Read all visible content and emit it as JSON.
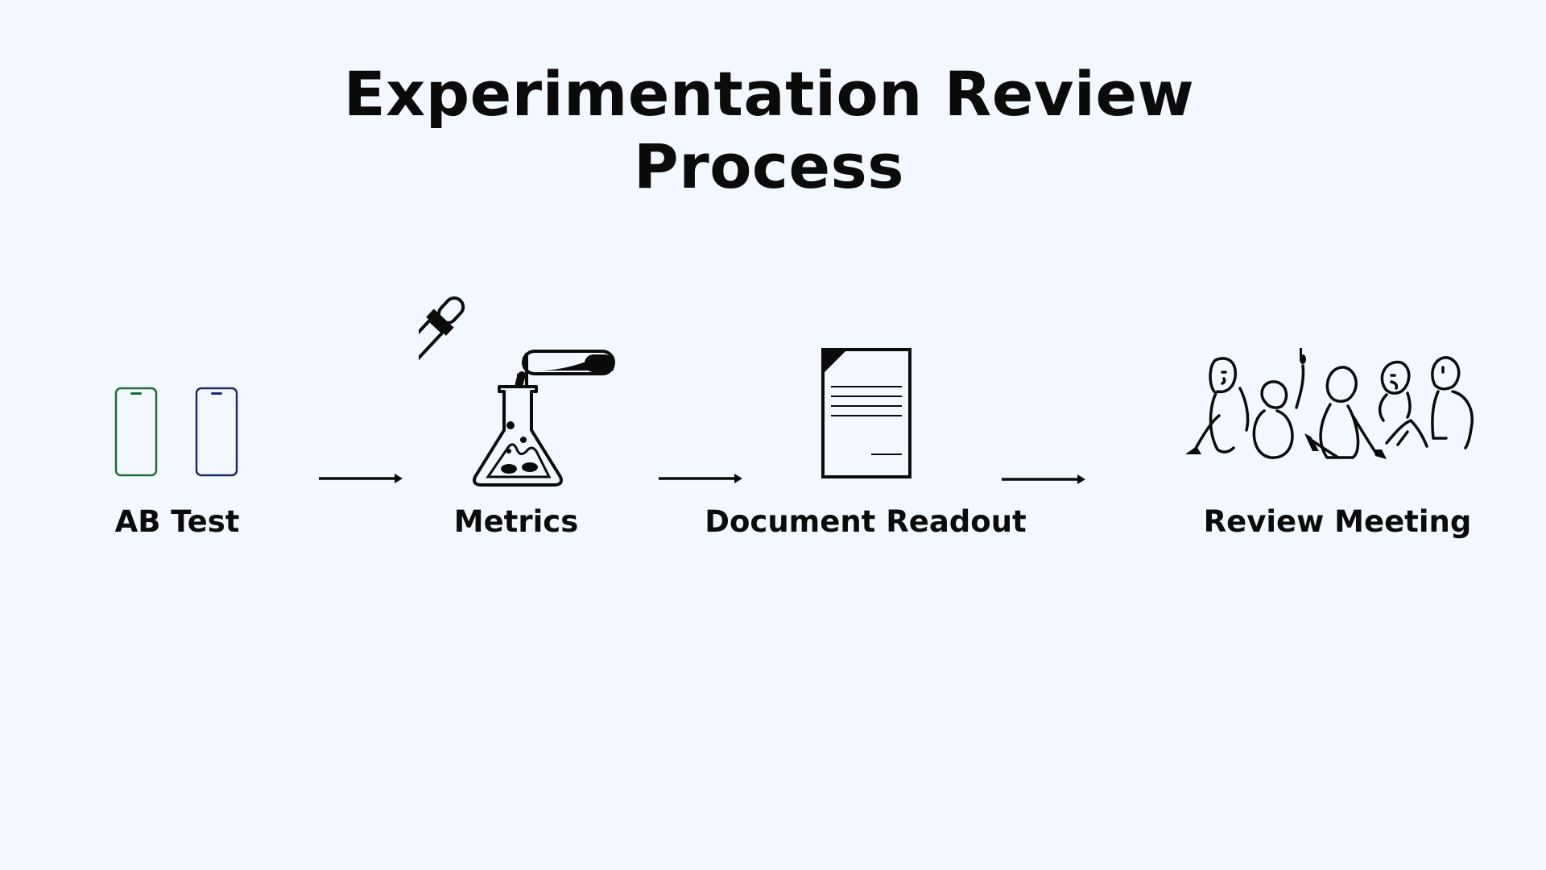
{
  "diagram": {
    "title_lines": [
      "Experimentation Review",
      "Process"
    ],
    "steps": [
      {
        "label": "AB Test",
        "icon": "phones-icon"
      },
      {
        "label": "Metrics",
        "icon": "lab-flask-icon"
      },
      {
        "label": "Document Readout",
        "icon": "document-icon"
      },
      {
        "label": "Review Meeting",
        "icon": "meeting-people-icon"
      }
    ],
    "colors": {
      "background": "#f3f8fe",
      "ink": "#0b0b0b",
      "phone_a": "#1f6b3a",
      "phone_b": "#1c2a6b"
    }
  }
}
